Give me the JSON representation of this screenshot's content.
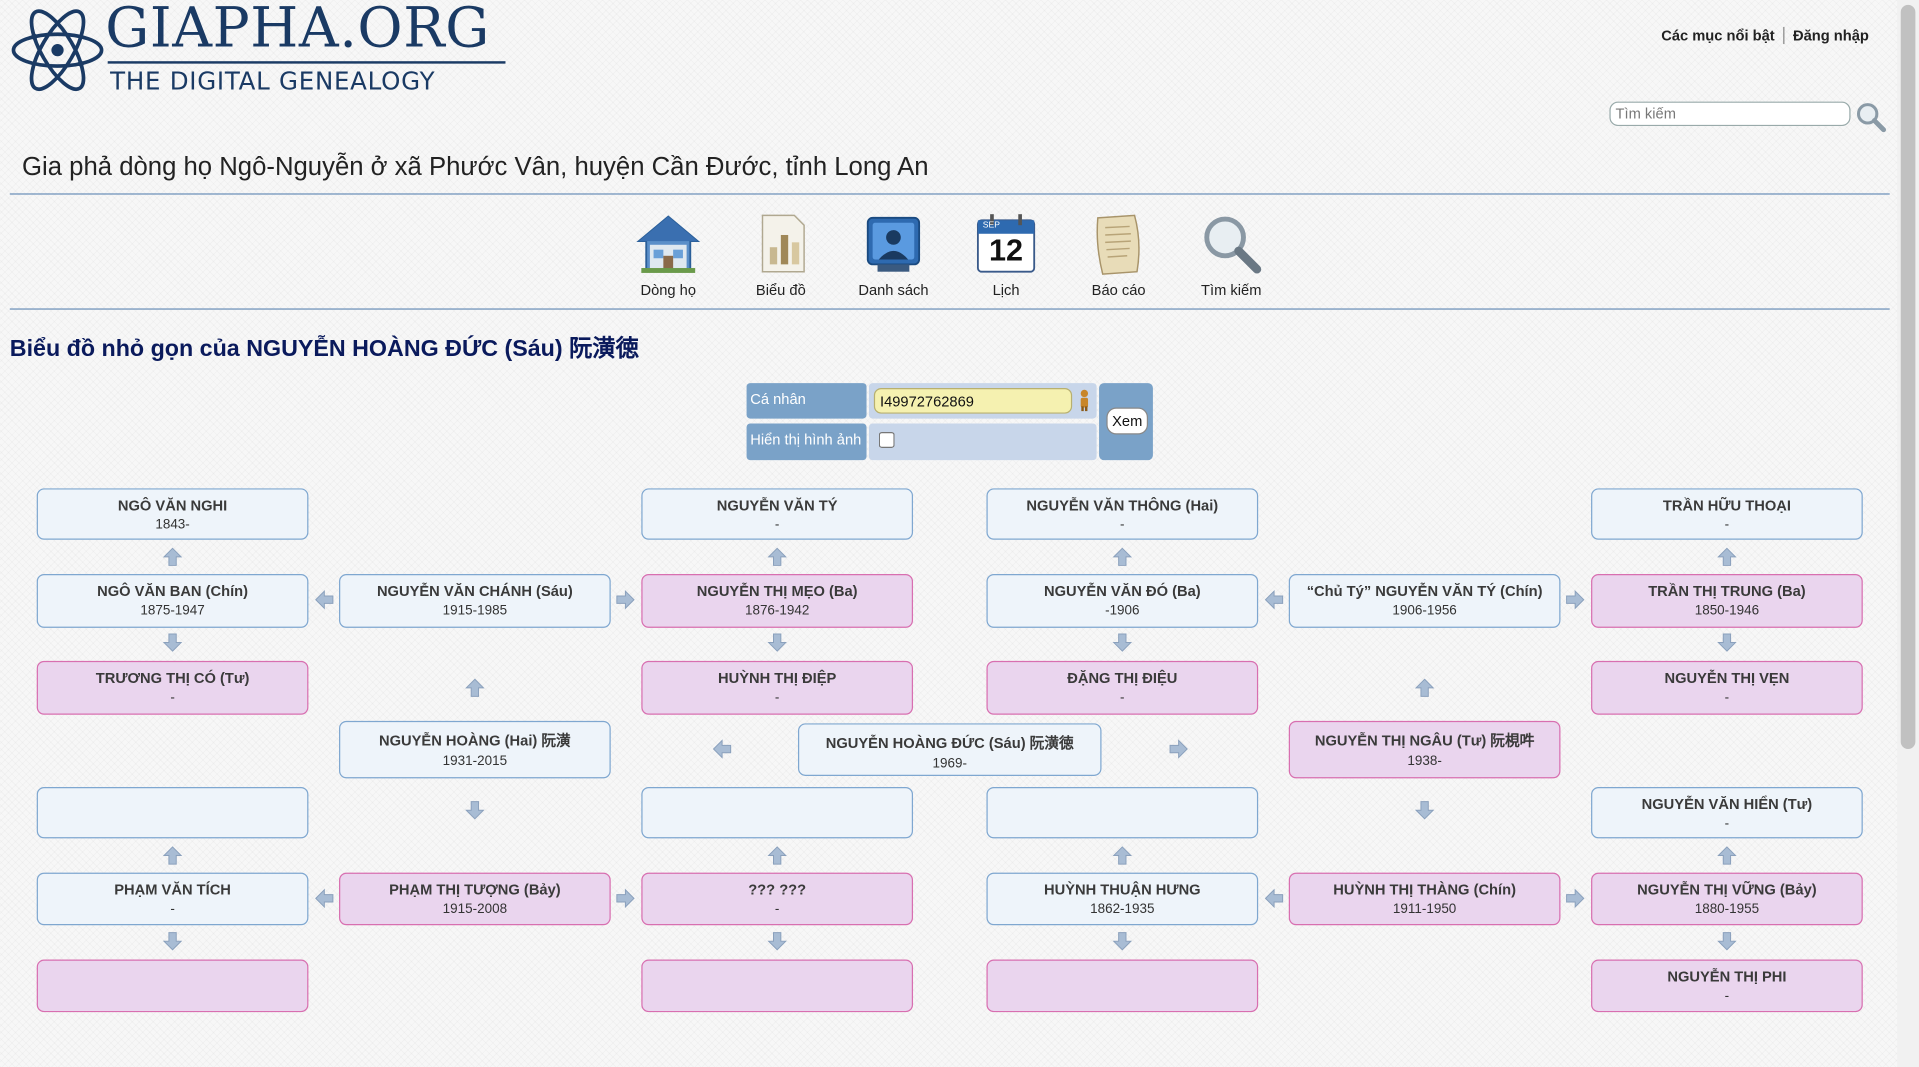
{
  "logo": {
    "title": "GIAPHA.ORG",
    "subtitle": "THE DIGITAL GENEALOGY"
  },
  "header": {
    "featured_link": "Các mục nổi bật",
    "login_link": "Đăng nhập",
    "search_placeholder": "Tìm kiếm"
  },
  "site_title": "Gia phả dòng họ Ngô-Nguyễn ở xã Phước Vân, huyện Cần Đước, tỉnh Long An",
  "nav": [
    {
      "label": "Dòng họ",
      "icon": "house-icon"
    },
    {
      "label": "Biểu đồ",
      "icon": "bar-chart-icon"
    },
    {
      "label": "Danh sách",
      "icon": "people-list-icon"
    },
    {
      "label": "Lịch",
      "icon": "calendar-icon"
    },
    {
      "label": "Báo cáo",
      "icon": "scroll-report-icon"
    },
    {
      "label": "Tìm kiếm",
      "icon": "magnifier-icon"
    }
  ],
  "calendar_day": "12",
  "calendar_month": "SEP",
  "heading": "Biểu đồ nhỏ gọn của NGUYỄN HOÀNG ĐỨC (Sáu) 阮潢徳",
  "form": {
    "individual_label": "Cá nhân",
    "individual_value": "I49972762869",
    "show_images_label": "Hiển thị hình ảnh",
    "show_images_checked": false,
    "view_button": "Xem"
  },
  "people": [
    {
      "name": "NGÔ VĂN NGHI",
      "dates": "1843-",
      "gender": "male"
    },
    {
      "name": "NGUYỄN VĂN TÝ",
      "dates": "-",
      "gender": "male"
    },
    {
      "name": "NGUYỄN VĂN THÔNG (Hai)",
      "dates": "-",
      "gender": "male"
    },
    {
      "name": "TRẦN HỮU THOẠI",
      "dates": "-",
      "gender": "male"
    },
    {
      "name": "NGÔ VĂN BAN (Chín)",
      "dates": "1875-1947",
      "gender": "male"
    },
    {
      "name": "NGUYỄN VĂN CHÁNH (Sáu)",
      "dates": "1915-1985",
      "gender": "male"
    },
    {
      "name": "NGUYỄN THỊ MẸO (Ba)",
      "dates": "1876-1942",
      "gender": "female"
    },
    {
      "name": "NGUYỄN VĂN ĐÓ (Ba)",
      "dates": "-1906",
      "gender": "male"
    },
    {
      "name": "“Chủ Tý” NGUYỄN VĂN TÝ (Chín)",
      "dates": "1906-1956",
      "gender": "male"
    },
    {
      "name": "TRẦN THỊ TRUNG (Ba)",
      "dates": "1850-1946",
      "gender": "female"
    },
    {
      "name": "TRƯƠNG THỊ CÓ (Tư)",
      "dates": "-",
      "gender": "female"
    },
    {
      "name": "HUỲNH THỊ ĐIỆP",
      "dates": "-",
      "gender": "female"
    },
    {
      "name": "ĐẶNG THỊ ĐIỆU",
      "dates": "-",
      "gender": "female"
    },
    {
      "name": "NGUYỄN THỊ VẸN",
      "dates": "-",
      "gender": "female"
    },
    {
      "name": "NGUYỄN HOÀNG (Hai) 阮潢",
      "dates": "1931-2015",
      "gender": "male"
    },
    {
      "name": "NGUYỄN HOÀNG ĐỨC (Sáu) 阮潢徳",
      "dates": "1969-",
      "gender": "male"
    },
    {
      "name": "NGUYỄN THỊ NGÂU (Tư) 阮梘吽",
      "dates": "1938-",
      "gender": "female"
    },
    {
      "name": "",
      "dates": "",
      "gender": "male"
    },
    {
      "name": "",
      "dates": "",
      "gender": "male"
    },
    {
      "name": "",
      "dates": "",
      "gender": "male"
    },
    {
      "name": "NGUYỄN VĂN HIỂN (Tư)",
      "dates": "-",
      "gender": "male"
    },
    {
      "name": "PHẠM VĂN TÍCH",
      "dates": "-",
      "gender": "male"
    },
    {
      "name": "PHẠM THỊ TƯỢNG (Bảy)",
      "dates": "1915-2008",
      "gender": "female"
    },
    {
      "name": "??? ???",
      "dates": "-",
      "gender": "female"
    },
    {
      "name": "HUỲNH THUẬN HƯNG",
      "dates": "1862-1935",
      "gender": "male"
    },
    {
      "name": "HUỲNH THỊ THÀNG (Chín)",
      "dates": "1911-1950",
      "gender": "female"
    },
    {
      "name": "NGUYỄN THỊ VỮNG (Bảy)",
      "dates": "1880-1955",
      "gender": "female"
    },
    {
      "name": "",
      "dates": "",
      "gender": "female"
    },
    {
      "name": "",
      "dates": "",
      "gender": "female"
    },
    {
      "name": "",
      "dates": "",
      "gender": "female"
    },
    {
      "name": "NGUYỄN THỊ PHI",
      "dates": "-",
      "gender": "female"
    }
  ]
}
